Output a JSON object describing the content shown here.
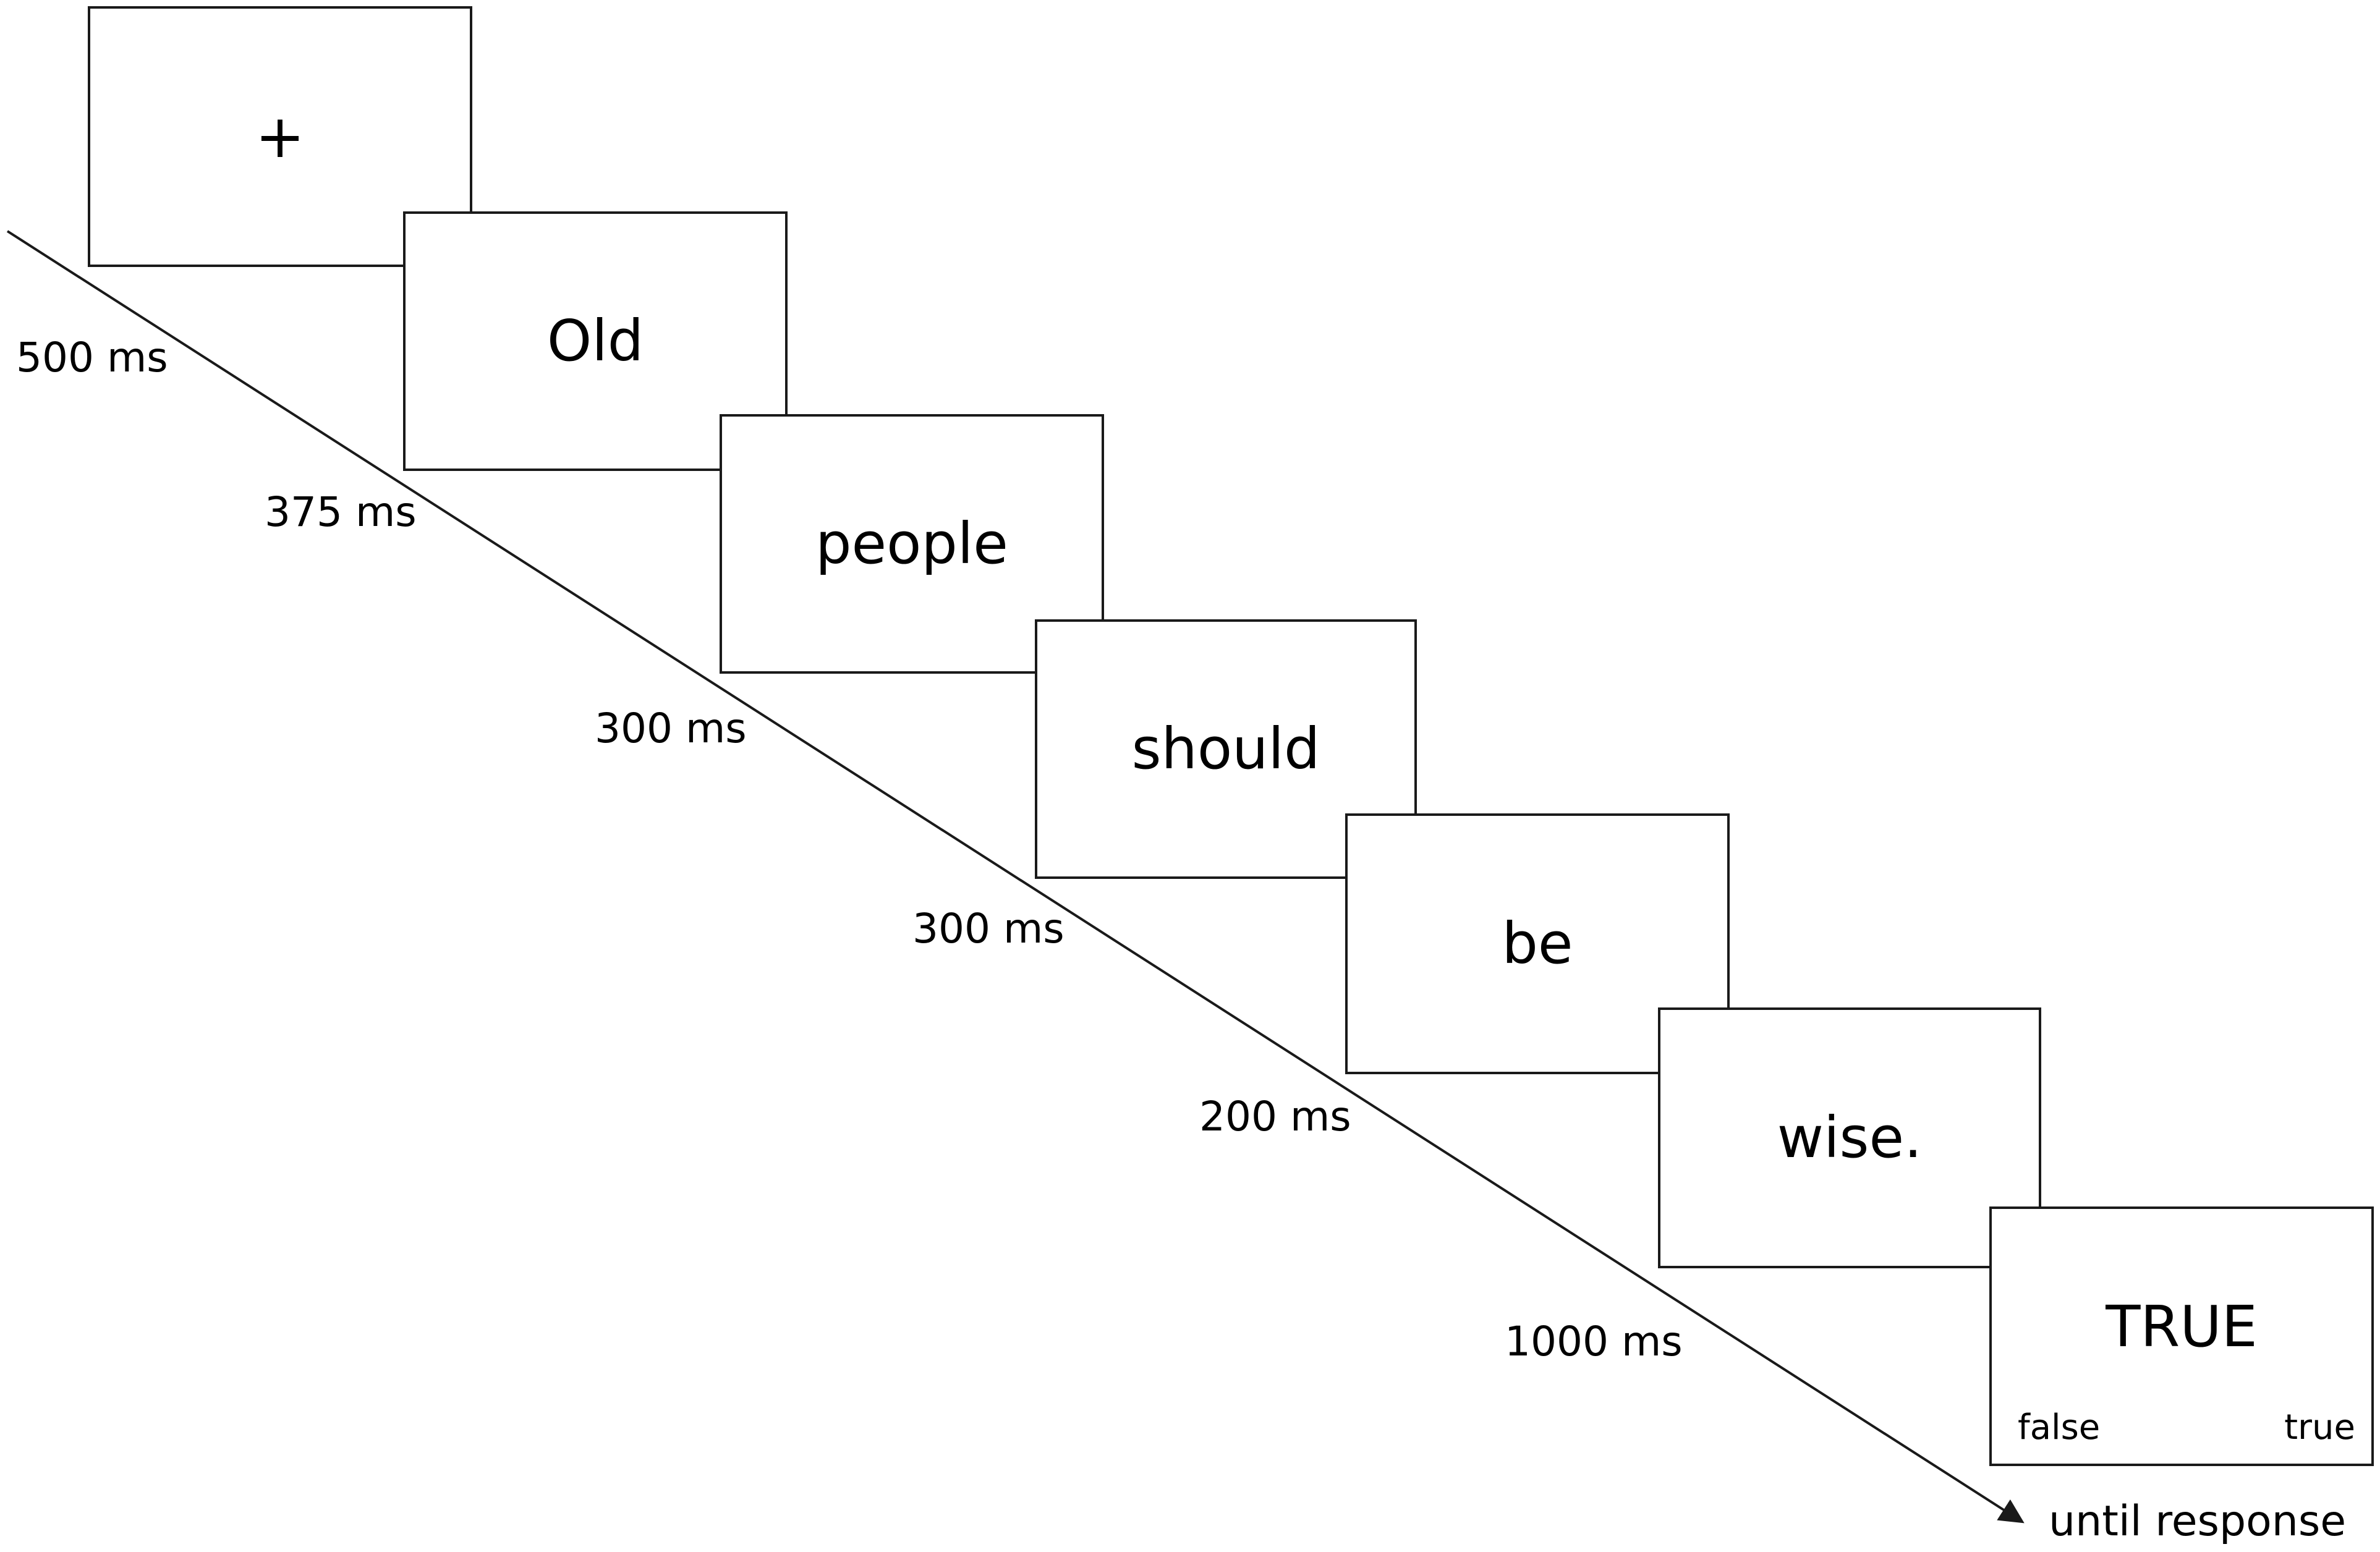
{
  "frames": [
    {
      "text": "+"
    },
    {
      "text": "Old"
    },
    {
      "text": "people"
    },
    {
      "text": "should"
    },
    {
      "text": "be"
    },
    {
      "text": "wise."
    },
    {
      "text": "TRUE",
      "left_key": "false",
      "right_key": "true"
    }
  ],
  "durations": [
    "500 ms",
    "375 ms",
    "300 ms",
    "300 ms",
    "200 ms",
    "1000 ms"
  ],
  "end_label": "until response",
  "colors": {
    "stroke": "#1a1a1a",
    "background": "#ffffff",
    "text": "#000000"
  }
}
